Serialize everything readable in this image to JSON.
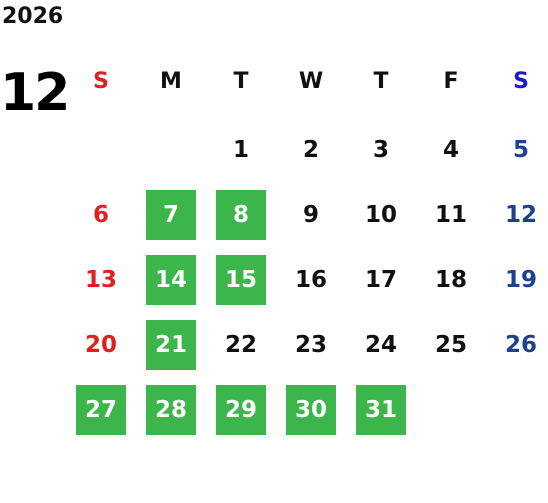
{
  "calendar": {
    "year": "2026",
    "month": "12",
    "weekdays": [
      "S",
      "M",
      "T",
      "W",
      "T",
      "F",
      "S"
    ],
    "weeks": [
      [
        "",
        "",
        "1",
        "2",
        "3",
        "4",
        "5"
      ],
      [
        "6",
        "7",
        "8",
        "9",
        "10",
        "11",
        "12"
      ],
      [
        "13",
        "14",
        "15",
        "16",
        "17",
        "18",
        "19"
      ],
      [
        "20",
        "21",
        "22",
        "23",
        "24",
        "25",
        "26"
      ],
      [
        "27",
        "28",
        "29",
        "30",
        "31",
        "",
        ""
      ]
    ],
    "highlighted_days": [
      "7",
      "8",
      "14",
      "15",
      "21",
      "27",
      "28",
      "29",
      "30",
      "31"
    ]
  },
  "colors": {
    "highlight": "#3cb54a",
    "sunday": "#e0201c",
    "saturday": "#1f3f8f",
    "saturday_header": "#1a1ad1",
    "text": "#111111"
  }
}
